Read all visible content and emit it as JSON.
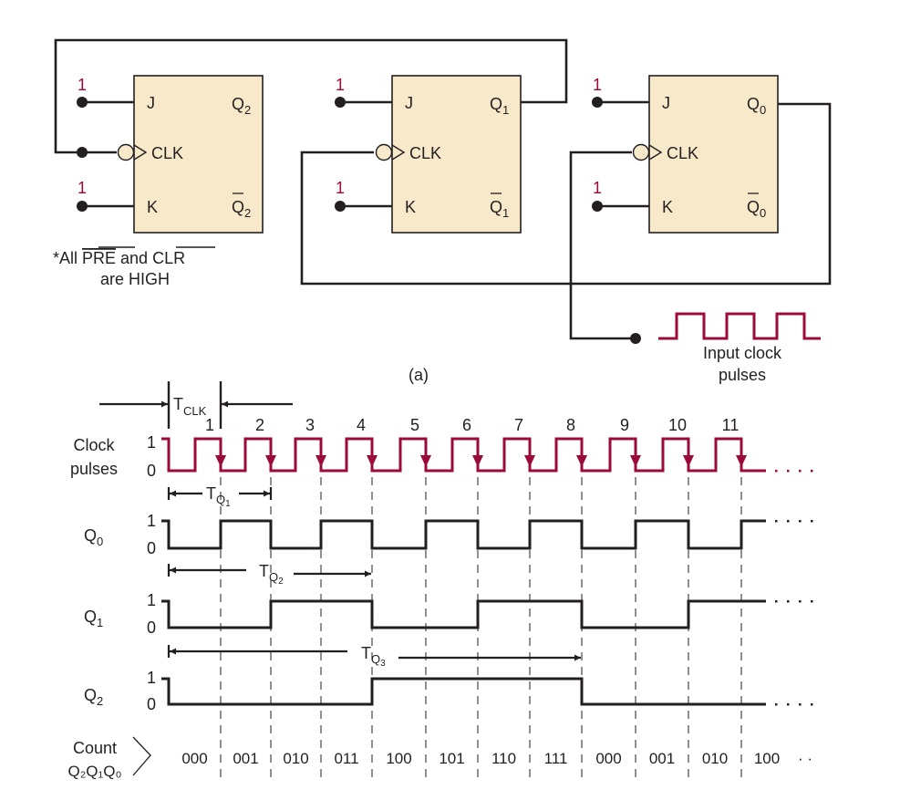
{
  "circuit": {
    "caption": "(a)",
    "note_line1_prefix": "*All ",
    "note_pre": "PRE",
    "note_and": " and ",
    "note_clr": "CLR",
    "note_line2": "are HIGH",
    "input_clock_label_line1": "Input clock",
    "input_clock_label_line2": "pulses",
    "flip_flops": [
      {
        "id": "ff2",
        "j_label": "J",
        "k_label": "K",
        "clk_label": "CLK",
        "q": "Q",
        "q_sub": "2",
        "qbar": "Q",
        "qbar_sub": "2",
        "j_level": "1",
        "k_level": "1"
      },
      {
        "id": "ff1",
        "j_label": "J",
        "k_label": "K",
        "clk_label": "CLK",
        "q": "Q",
        "q_sub": "1",
        "qbar": "Q",
        "qbar_sub": "1",
        "j_level": "1",
        "k_level": "1"
      },
      {
        "id": "ff0",
        "j_label": "J",
        "k_label": "K",
        "clk_label": "CLK",
        "q": "Q",
        "q_sub": "0",
        "qbar": "Q",
        "qbar_sub": "0",
        "j_level": "1",
        "k_level": "1"
      }
    ]
  },
  "timing": {
    "tclk_label": "T",
    "tclk_sub": "CLK",
    "pulse_numbers": [
      "1",
      "2",
      "3",
      "4",
      "5",
      "6",
      "7",
      "8",
      "9",
      "10",
      "11"
    ],
    "rows": [
      {
        "id": "clock",
        "label_line1": "Clock",
        "label_line2": "pulses",
        "high_label": "1",
        "low_label": "0"
      },
      {
        "id": "q0",
        "label": "Q",
        "label_sub": "0",
        "high_label": "1",
        "low_label": "0"
      },
      {
        "id": "q1",
        "label": "Q",
        "label_sub": "1",
        "high_label": "1",
        "low_label": "0"
      },
      {
        "id": "q2",
        "label": "Q",
        "label_sub": "2",
        "high_label": "1",
        "low_label": "0"
      }
    ],
    "period_labels": [
      {
        "id": "tq1",
        "main": "T",
        "sub": "Q1",
        "sub_main": "Q",
        "sub_sub": "1"
      },
      {
        "id": "tq2",
        "main": "T",
        "sub_main": "Q",
        "sub_sub": "2"
      },
      {
        "id": "tq3",
        "main": "T",
        "sub_main": "Q",
        "sub_sub": "3"
      }
    ],
    "count_label_line1": "Count",
    "count_label_line2": "Q₂Q₁Q₀",
    "count_values": [
      "000",
      "001",
      "010",
      "011",
      "100",
      "101",
      "110",
      "111",
      "000",
      "001",
      "010",
      "100"
    ],
    "continuation": "· ·",
    "waveform_states": {
      "q0": [
        0,
        1,
        0,
        1,
        0,
        1,
        0,
        1,
        0,
        1,
        0,
        1
      ],
      "q1": [
        0,
        0,
        1,
        1,
        0,
        0,
        1,
        1,
        0,
        0,
        1,
        1
      ],
      "q2": [
        0,
        0,
        0,
        0,
        1,
        1,
        1,
        1,
        0,
        0,
        0,
        0
      ]
    }
  },
  "colors": {
    "clock_red": "#9b0a3a",
    "ff_fill": "#f9e9cb",
    "line": "#231f20"
  }
}
